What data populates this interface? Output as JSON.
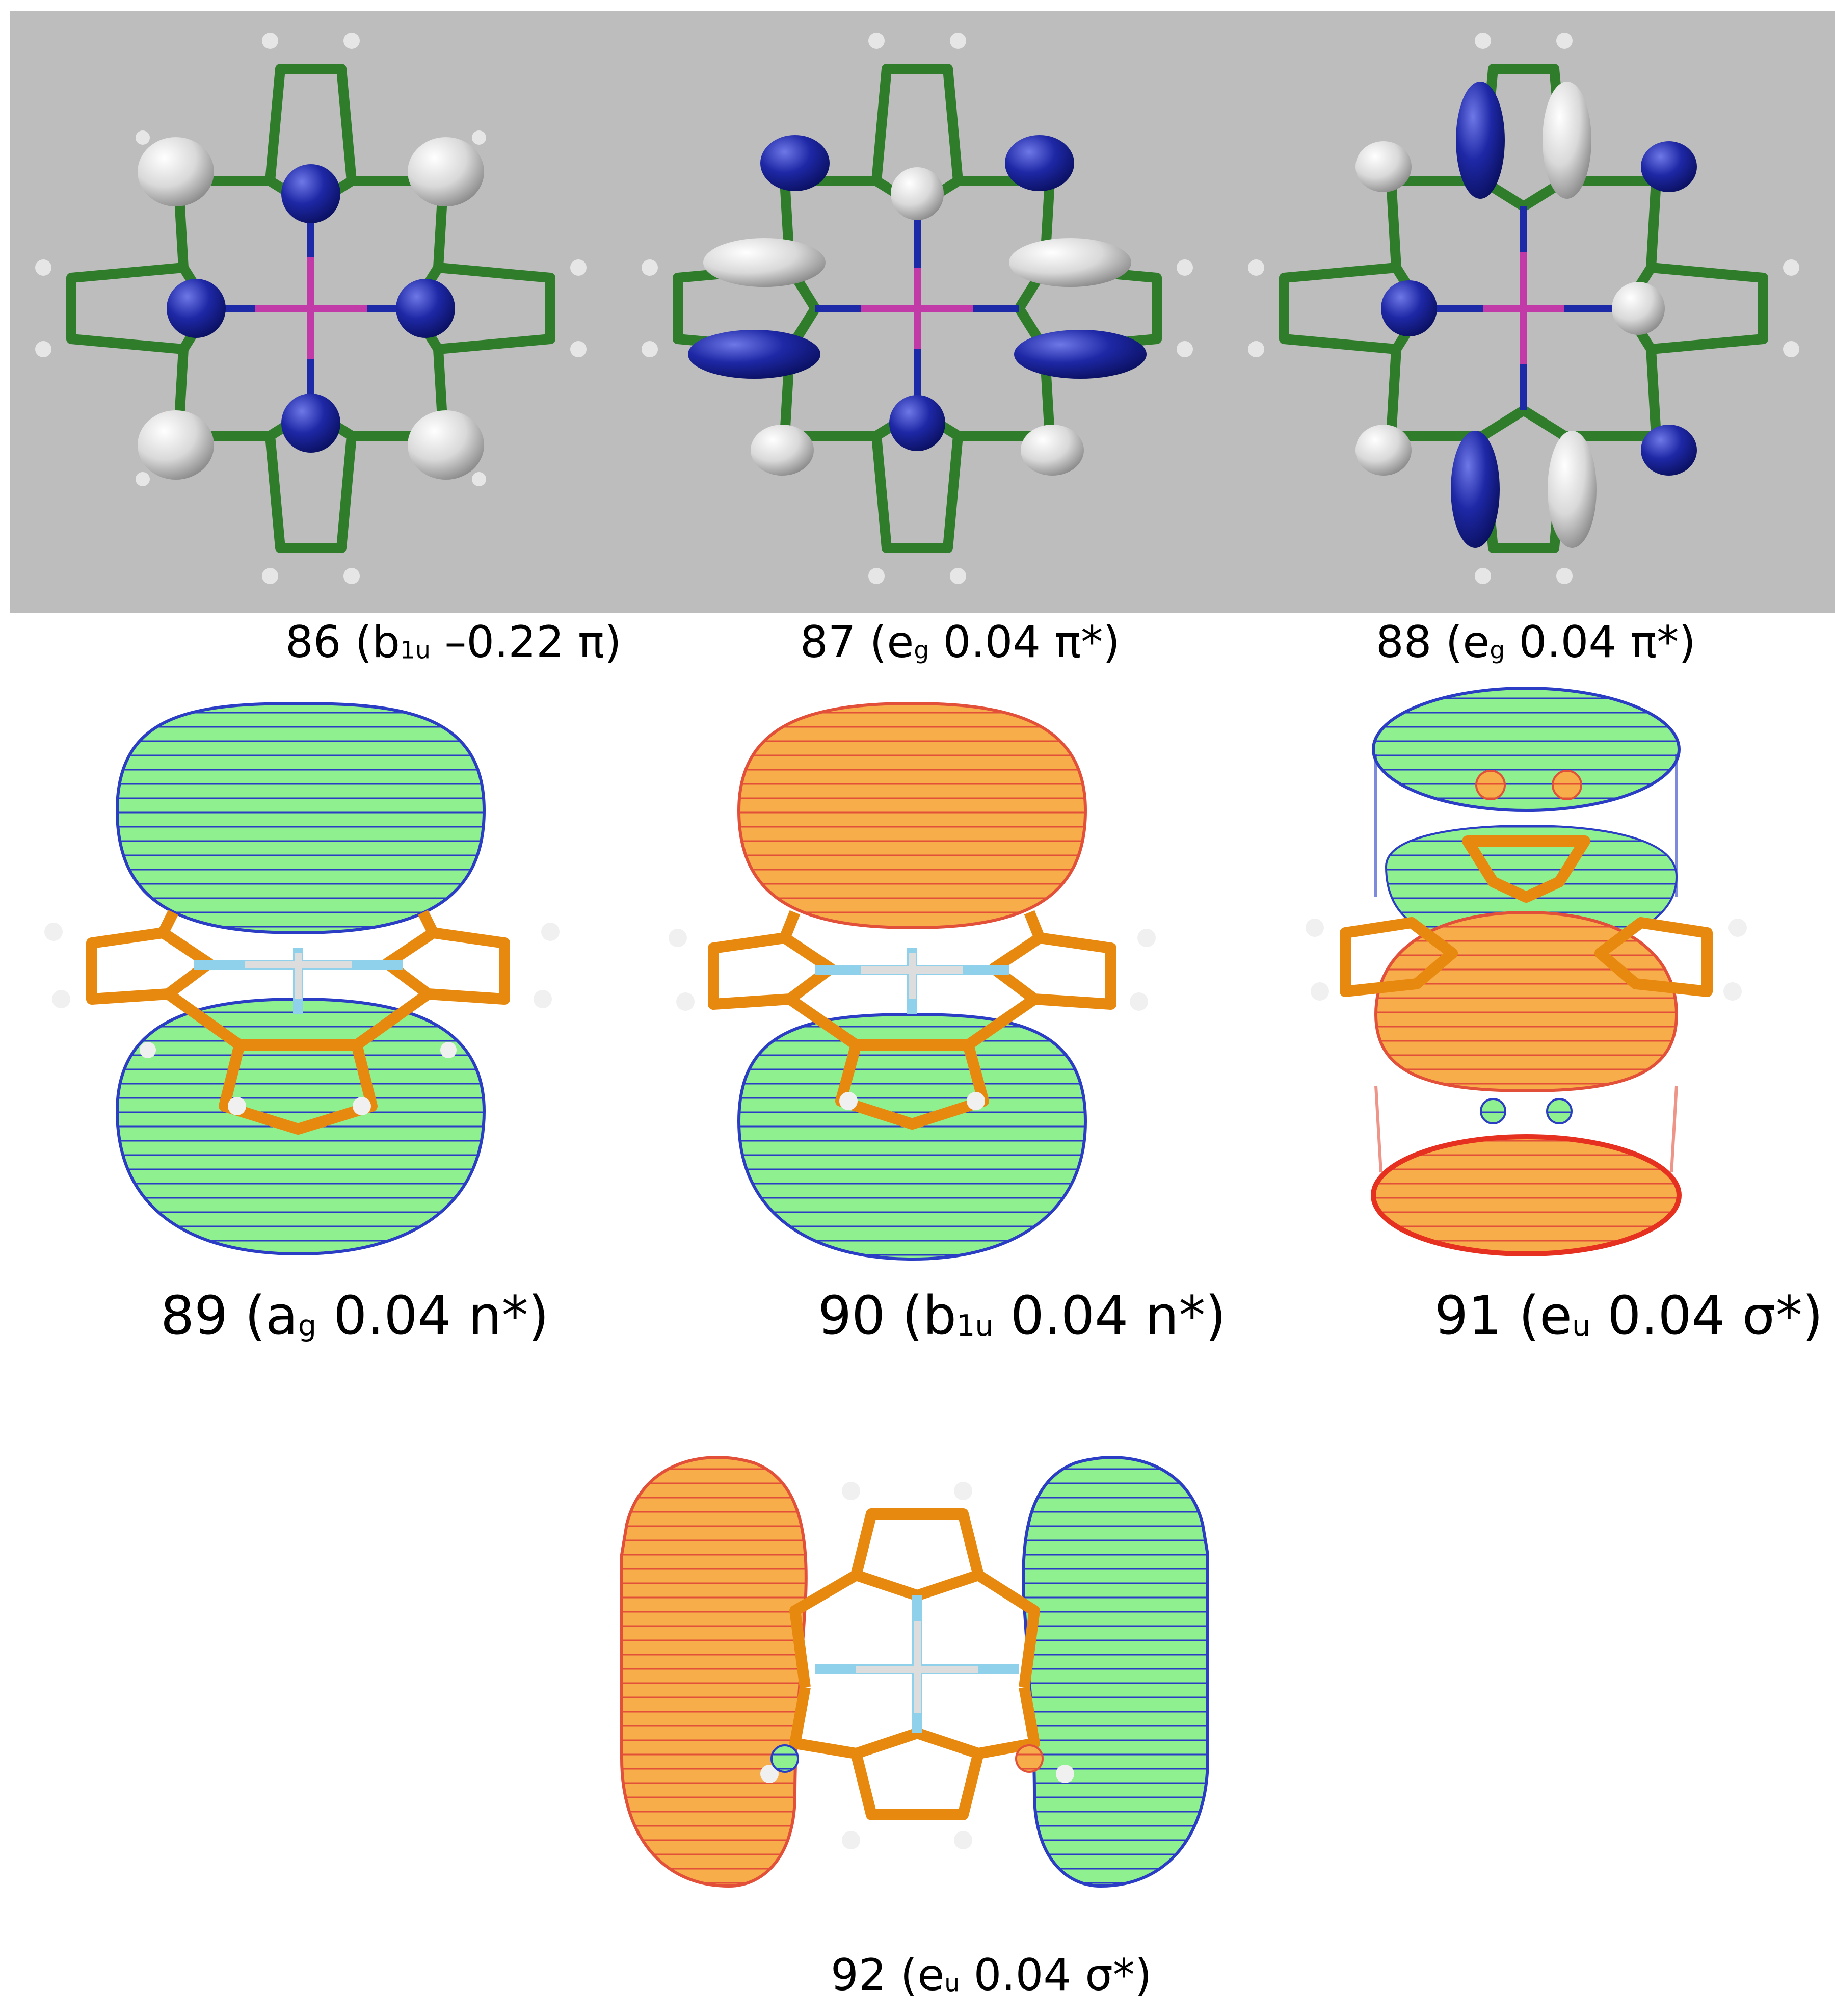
{
  "colors": {
    "panel_background": "#bdbdbd",
    "carbon_bond": "#2f7d2a",
    "nitrogen_bond": "#1c2aa8",
    "metal_bond": "#c23aa8",
    "hydrogen": "#e6e6e6",
    "lobe_positive_blue": "#1e28a6",
    "lobe_negative_white": "#ececec",
    "lobe_green": "#8ff08f",
    "lobe_orange": "#f7ad4a",
    "stick_orange": "#e8890f",
    "stick_nitrogen_lightblue": "#8fd0ea"
  },
  "orbitals": [
    {
      "number": "86",
      "pre": "(b",
      "sub": "1u",
      "post": " –0.22 π)"
    },
    {
      "number": "87",
      "pre": "(e",
      "sub": "g",
      "post": " 0.04 π*)"
    },
    {
      "number": "88",
      "pre": "(e",
      "sub": "g",
      "post": " 0.04 π*)"
    },
    {
      "number": "89",
      "pre": "(a",
      "sub": "g",
      "post": " 0.04 n*)"
    },
    {
      "number": "90",
      "pre": "(b",
      "sub": "1u",
      "post": " 0.04 n*)"
    },
    {
      "number": "91",
      "pre": "(e",
      "sub": "u",
      "post": " 0.04 σ*)"
    },
    {
      "number": "92",
      "pre": "(e",
      "sub": "u",
      "post": " 0.04 σ*)"
    }
  ]
}
